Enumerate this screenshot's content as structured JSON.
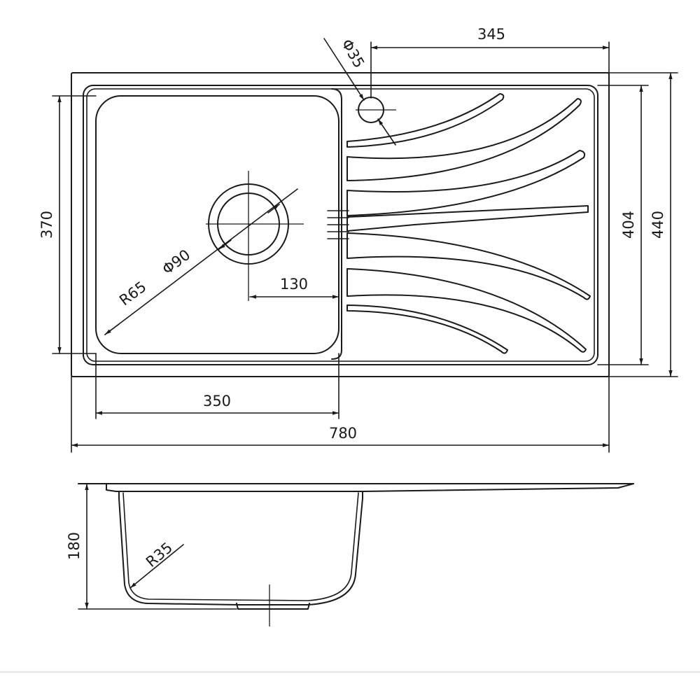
{
  "dimensions": {
    "top_width": "345",
    "tap_hole": "Φ35",
    "bowl_height": "370",
    "inner_height": "404",
    "outer_height": "440",
    "drain_offset": "130",
    "corner_radius": "R65",
    "drain_diameter": "Φ90",
    "bowl_width": "350",
    "total_width": "780",
    "depth": "180",
    "bottom_radius": "R35"
  },
  "colors": {
    "line": "#1a1a1a",
    "background": "#ffffff"
  }
}
